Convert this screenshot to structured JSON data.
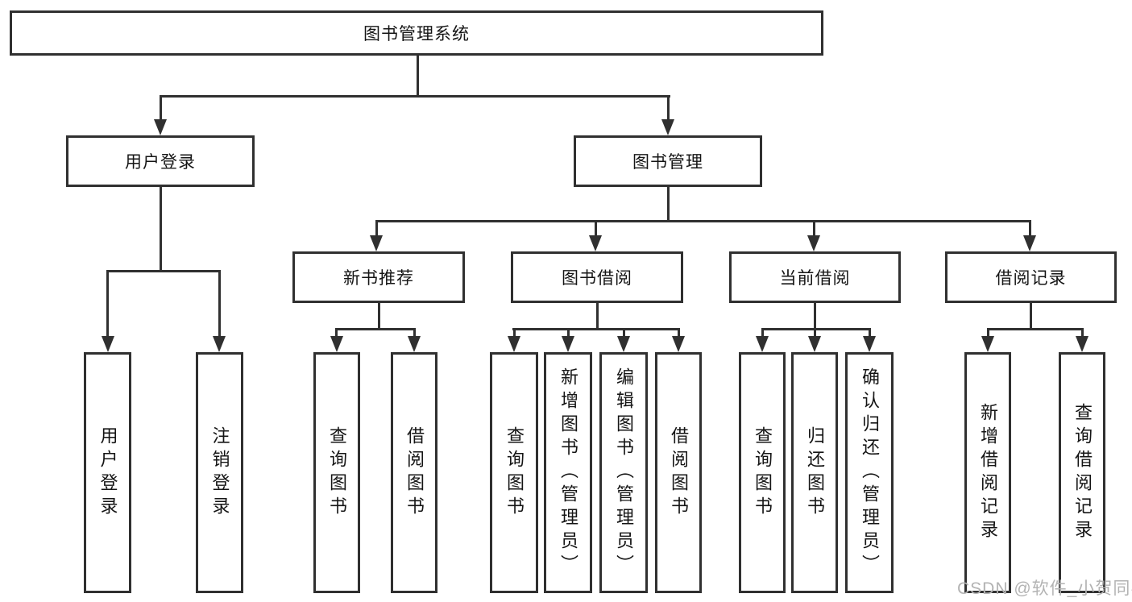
{
  "nodes": {
    "root": "图书管理系统",
    "level2": {
      "user_login": "用户登录",
      "book_mgmt": "图书管理"
    },
    "level3": {
      "new_book_rec": "新书推荐",
      "book_borrow": "图书借阅",
      "current_borrow": "当前借阅",
      "borrow_records": "借阅记录"
    },
    "leaves": {
      "user_login": "用户登录",
      "logout": "注销登录",
      "rec_query_book": "查询图书",
      "rec_borrow_book": "借阅图书",
      "borrow_query_book": "查询图书",
      "borrow_add_book": "新增图书（管理员）",
      "borrow_edit_book": "编辑图书（管理员）",
      "borrow_borrow_book": "借阅图书",
      "current_query_book": "查询图书",
      "current_return_book": "归还图书",
      "current_confirm_return": "确认归还（管理员）",
      "records_add_record": "新增借阅记录",
      "records_query_record": "查询借阅记录"
    }
  },
  "watermark": "CSDN @软件_小贺同学",
  "colors": {
    "line": "#303030",
    "text": "#151515",
    "background": "#ffffff",
    "watermark": "#b3b3b3"
  }
}
